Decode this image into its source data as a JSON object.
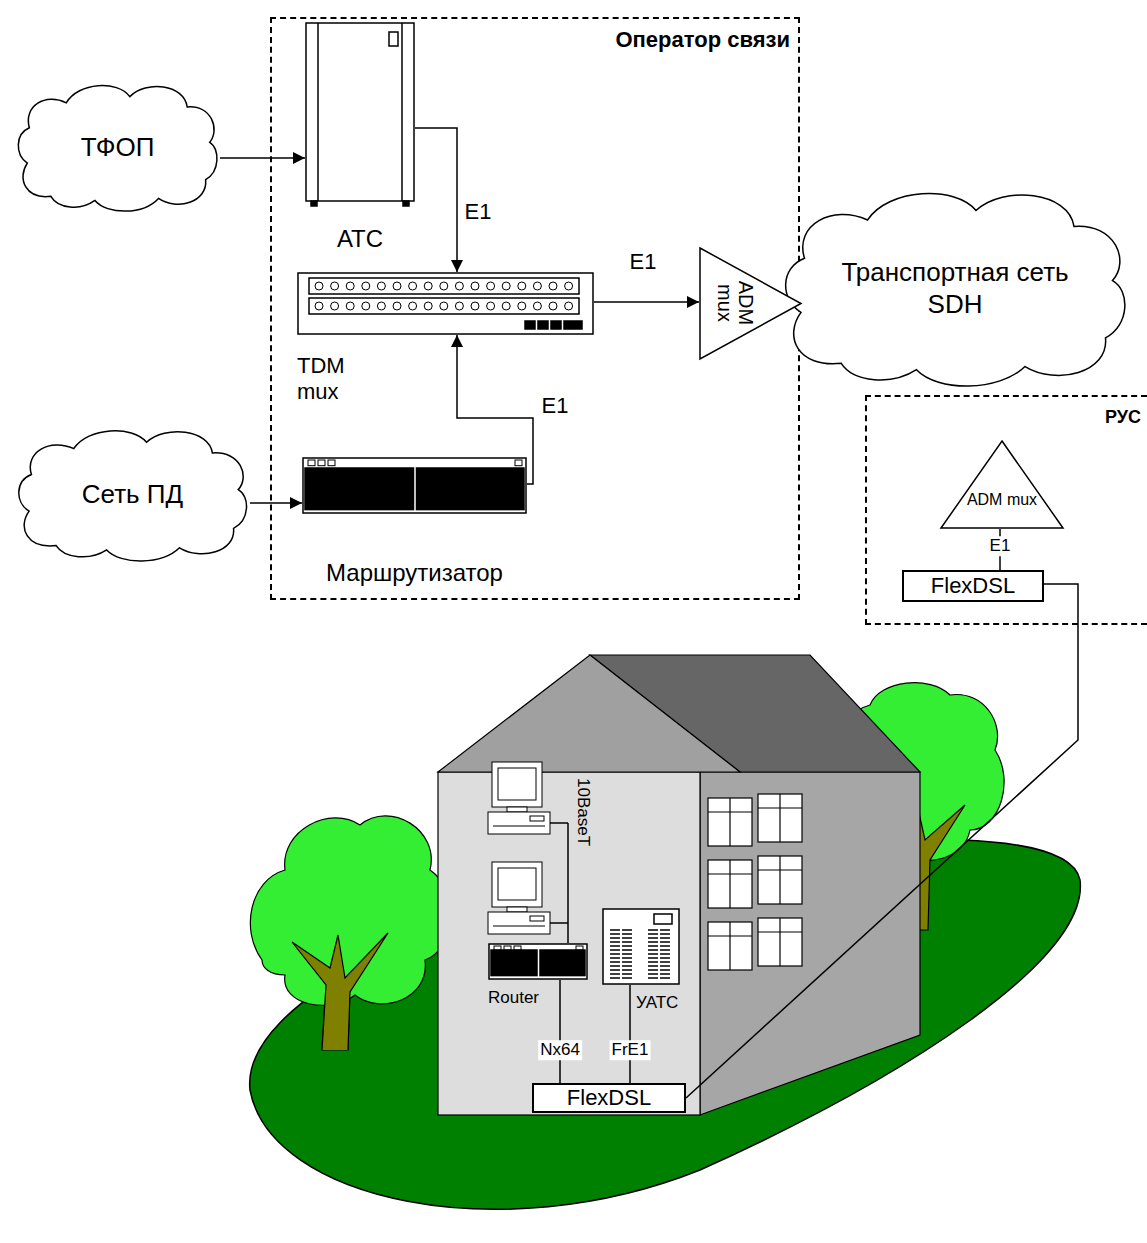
{
  "diagram": {
    "nodes": [
      {
        "text": [
          "Оператор связи"
        ]
      },
      {
        "text": [
          "ТФОП"
        ]
      },
      {
        "text": [
          "АТС"
        ],
        "in": 0
      },
      {
        "text": [
          "TDM mux"
        ],
        "in": 0
      },
      {
        "text": [
          "ADM mux"
        ],
        "in": 0
      },
      {
        "text": [
          "Маршрутизатор"
        ],
        "in": 0
      },
      {
        "text": [
          "Сеть ПД"
        ]
      },
      {
        "text": [
          "Транспортная сеть SDH"
        ]
      },
      {
        "text": [
          "РУС"
        ]
      },
      {
        "text": [
          "ADM mux"
        ],
        "in": 8
      },
      {
        "text": [
          "FlexDSL"
        ],
        "in": 8
      },
      {
        "text": [
          "FlexDSL"
        ]
      },
      {
        "text": [
          "Router"
        ]
      },
      {
        "text": [
          "УАТС"
        ]
      }
    ],
    "edges": [
      {
        "from": 1,
        "to": 2,
        "arrow": "to"
      },
      {
        "from": 2,
        "to": 3,
        "label": "E1",
        "arrow": "to"
      },
      {
        "from": 5,
        "to": 3,
        "label": "E1",
        "arrow": "to"
      },
      {
        "from": 3,
        "to": 4,
        "label": "E1",
        "arrow": "to"
      },
      {
        "from": 6,
        "to": 5,
        "arrow": "to"
      },
      {
        "from": 9,
        "to": 10,
        "label": "E1",
        "arrow": "none"
      },
      {
        "from": 10,
        "to": 11,
        "arrow": "none"
      },
      {
        "from": 12,
        "to": 11,
        "label": "Nx64",
        "arrow": "none"
      },
      {
        "from": 13,
        "to": 11,
        "label": "FrE1",
        "arrow": "none"
      }
    ],
    "labels": [
      "10BaseT"
    ]
  }
}
